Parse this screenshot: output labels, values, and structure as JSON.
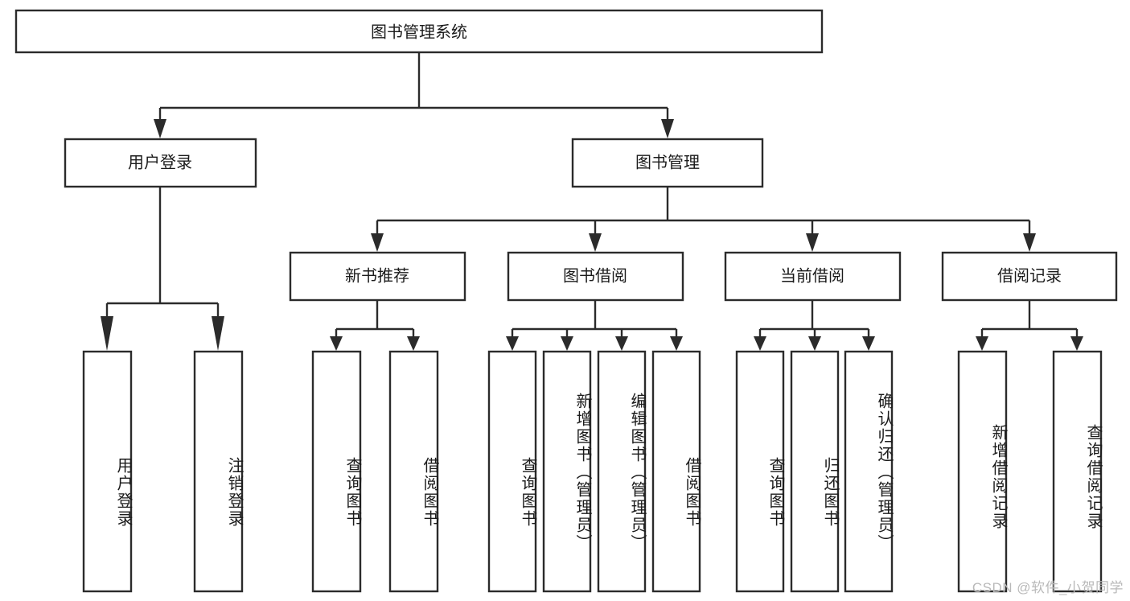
{
  "diagram": {
    "type": "tree-flowchart",
    "title_node": {
      "id": "root",
      "label": "图书管理系统"
    },
    "level2": [
      {
        "id": "user-login",
        "label": "用户登录"
      },
      {
        "id": "book-management",
        "label": "图书管理"
      }
    ],
    "level3": [
      {
        "id": "new-book-recommend",
        "label": "新书推荐"
      },
      {
        "id": "book-borrow",
        "label": "图书借阅"
      },
      {
        "id": "current-borrow",
        "label": "当前借阅"
      },
      {
        "id": "borrow-record",
        "label": "借阅记录"
      }
    ],
    "leaves": {
      "user_login": [
        {
          "id": "leaf-user-login",
          "label": "用户登录"
        },
        {
          "id": "leaf-logout-login",
          "label": "注销登录"
        }
      ],
      "new_book_recommend": [
        {
          "id": "leaf-query-book-1",
          "label": "查询图书"
        },
        {
          "id": "leaf-borrow-book-1",
          "label": "借阅图书"
        }
      ],
      "book_borrow": [
        {
          "id": "leaf-query-book-2",
          "label": "查询图书"
        },
        {
          "id": "leaf-add-book",
          "label": "新增图书（管理员）"
        },
        {
          "id": "leaf-edit-book",
          "label": "编辑图书（管理员）"
        },
        {
          "id": "leaf-borrow-book-2",
          "label": "借阅图书"
        }
      ],
      "current_borrow": [
        {
          "id": "leaf-query-book-3",
          "label": "查询图书"
        },
        {
          "id": "leaf-return-book",
          "label": "归还图书"
        },
        {
          "id": "leaf-confirm-return",
          "label": "确认归还（管理员）"
        }
      ],
      "borrow_record": [
        {
          "id": "leaf-add-record",
          "label": "新增借阅记录"
        },
        {
          "id": "leaf-query-record",
          "label": "查询借阅记录"
        }
      ]
    }
  },
  "watermark": {
    "text": "CSDN @软件_小贺同学"
  },
  "colors": {
    "stroke": "#2b2b2b",
    "box_fill": "#ffffff",
    "text": "#1b1b1b",
    "watermark": "#b9b9b9",
    "background": "#ffffff"
  }
}
